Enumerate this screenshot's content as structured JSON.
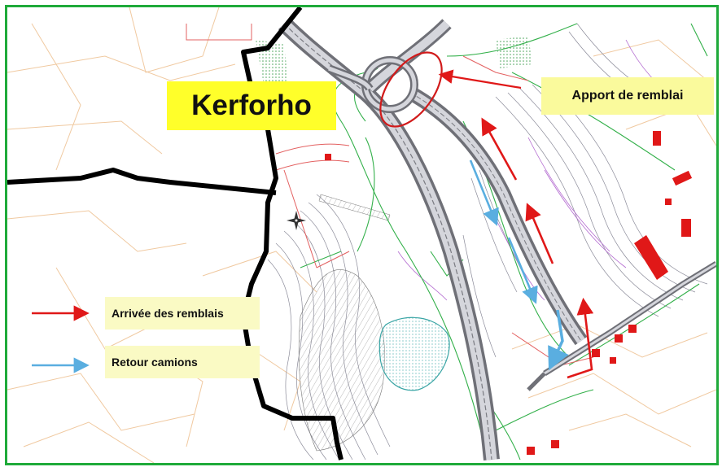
{
  "place_name": "Kerforho",
  "annotation": "Apport de remblai",
  "legend": [
    {
      "label": "Arrivée des remblais",
      "color": "#e01818"
    },
    {
      "label": "Retour camions",
      "color": "#5aaee0"
    }
  ],
  "colors": {
    "frame": "#1faa3a",
    "boundary": "#000000",
    "fill_arrow": "#e01818",
    "truck_arrow": "#5aaee0",
    "highlight": "#ffff2a",
    "label_bg": "#fafac4"
  }
}
